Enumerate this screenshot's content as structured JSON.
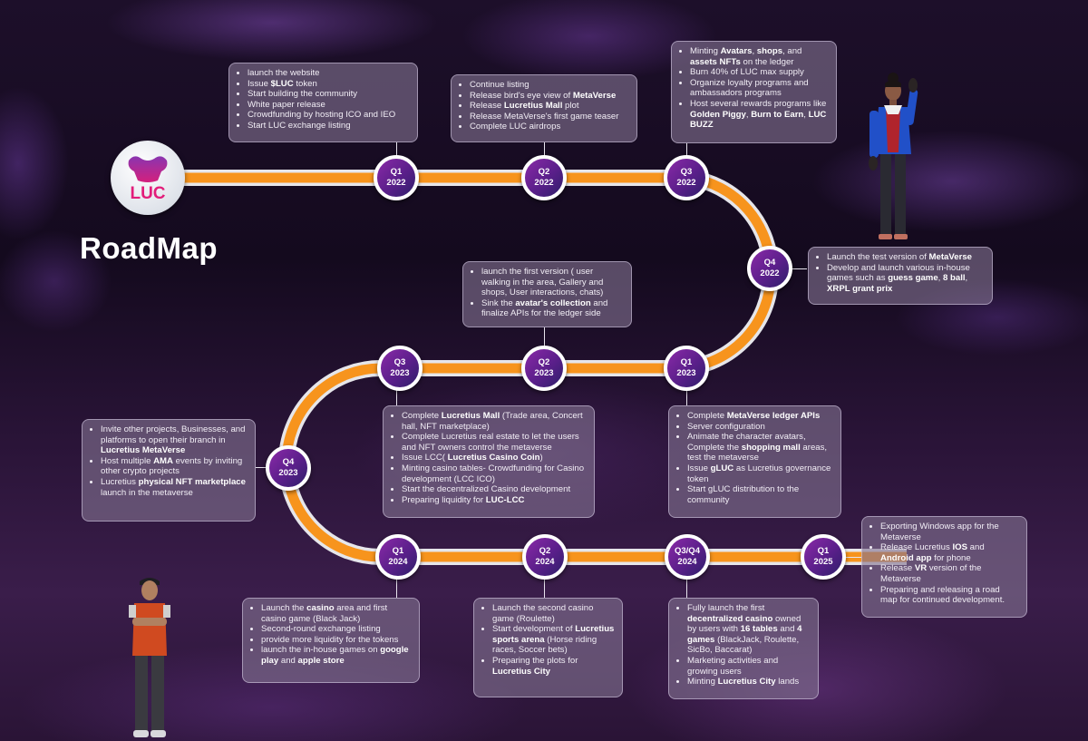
{
  "header": {
    "title": "RoadMap",
    "logo_text": "LUC"
  },
  "colors": {
    "path_orange": "#f7941d",
    "path_outline": "#e6e6ea",
    "node_gradient_start": "#8a2aa8",
    "node_gradient_end": "#2e1f6a",
    "logo_magenta": "#e21d7a",
    "logo_purple": "#7b2fa0",
    "background": "#1a0d26"
  },
  "milestones": [
    {
      "quarter": "Q1",
      "year": "2022",
      "items": [
        [
          {
            "t": "launch the website"
          }
        ],
        [
          {
            "t": "Issue "
          },
          {
            "t": "$LUC",
            "b": true
          },
          {
            "t": " token"
          }
        ],
        [
          {
            "t": "Start building the community"
          }
        ],
        [
          {
            "t": "White paper release"
          }
        ],
        [
          {
            "t": "Crowdfunding by hosting ICO and IEO"
          }
        ],
        [
          {
            "t": "Start LUC exchange listing"
          }
        ]
      ]
    },
    {
      "quarter": "Q2",
      "year": "2022",
      "items": [
        [
          {
            "t": "Continue listing"
          }
        ],
        [
          {
            "t": "Release bird's eye view of "
          },
          {
            "t": "MetaVerse",
            "b": true
          }
        ],
        [
          {
            "t": "Release "
          },
          {
            "t": "Lucretius Mall",
            "b": true
          },
          {
            "t": " plot"
          }
        ],
        [
          {
            "t": "Release MetaVerse's first game teaser"
          }
        ],
        [
          {
            "t": "Complete LUC airdrops"
          }
        ]
      ]
    },
    {
      "quarter": "Q3",
      "year": "2022",
      "items": [
        [
          {
            "t": "Minting "
          },
          {
            "t": "Avatars",
            "b": true
          },
          {
            "t": ", "
          },
          {
            "t": "shops",
            "b": true
          },
          {
            "t": ", and "
          },
          {
            "t": "assets NFTs",
            "b": true
          },
          {
            "t": " on the ledger"
          }
        ],
        [
          {
            "t": "Burn 40% of LUC max supply"
          }
        ],
        [
          {
            "t": "Organize loyalty programs and ambassadors programs"
          }
        ],
        [
          {
            "t": "Host several rewards programs like "
          },
          {
            "t": "Golden Piggy",
            "b": true
          },
          {
            "t": ", "
          },
          {
            "t": "Burn to Earn",
            "b": true
          },
          {
            "t": ", "
          },
          {
            "t": "LUC BUZZ",
            "b": true
          }
        ]
      ]
    },
    {
      "quarter": "Q4",
      "year": "2022",
      "items": [
        [
          {
            "t": "Launch the test version of "
          },
          {
            "t": "MetaVerse",
            "b": true
          }
        ],
        [
          {
            "t": "Develop and launch various in-house games such as "
          },
          {
            "t": "guess game",
            "b": true
          },
          {
            "t": ", "
          },
          {
            "t": "8 ball",
            "b": true
          },
          {
            "t": ", "
          },
          {
            "t": "XRPL grant prix",
            "b": true
          }
        ]
      ]
    },
    {
      "quarter": "Q1",
      "year": "2023",
      "items": [
        [
          {
            "t": "Complete "
          },
          {
            "t": "MetaVerse ledger APIs",
            "b": true
          }
        ],
        [
          {
            "t": "Server configuration"
          }
        ],
        [
          {
            "t": "Animate the character avatars, Complete the "
          },
          {
            "t": "shopping mall",
            "b": true
          },
          {
            "t": " areas, test the metaverse"
          }
        ],
        [
          {
            "t": "Issue "
          },
          {
            "t": "gLUC",
            "b": true
          },
          {
            "t": " as Lucretius governance token"
          }
        ],
        [
          {
            "t": "Start gLUC distribution to the community"
          }
        ]
      ]
    },
    {
      "quarter": "Q2",
      "year": "2023",
      "items": [
        [
          {
            "t": "launch the first version ( user walking in the area, Gallery and shops, User interactions, chats)"
          }
        ],
        [
          {
            "t": "Sink the "
          },
          {
            "t": "avatar's collection",
            "b": true
          },
          {
            "t": " and finalize APIs for the ledger side"
          }
        ]
      ]
    },
    {
      "quarter": "Q3",
      "year": "2023",
      "items": [
        [
          {
            "t": "Complete "
          },
          {
            "t": "Lucretius Mall",
            "b": true
          },
          {
            "t": " (Trade area, Concert hall, NFT marketplace)"
          }
        ],
        [
          {
            "t": "Complete Lucretius real estate to let the users and NFT owners control the metaverse"
          }
        ],
        [
          {
            "t": "Issue LCC( "
          },
          {
            "t": "Lucretius Casino Coin",
            "b": true
          },
          {
            "t": ")"
          }
        ],
        [
          {
            "t": "Minting casino tables- Crowdfunding for Casino development (LCC ICO)"
          }
        ],
        [
          {
            "t": "Start the decentralized Casino development"
          }
        ],
        [
          {
            "t": "Preparing liquidity for "
          },
          {
            "t": "LUC-LCC",
            "b": true
          }
        ]
      ]
    },
    {
      "quarter": "Q4",
      "year": "2023",
      "items": [
        [
          {
            "t": "Invite other projects, Businesses, and platforms to open their branch in "
          },
          {
            "t": "Lucretius MetaVerse",
            "b": true
          }
        ],
        [
          {
            "t": "Host multiple "
          },
          {
            "t": "AMA",
            "b": true
          },
          {
            "t": " events by inviting other crypto projects"
          }
        ],
        [
          {
            "t": "Lucretius "
          },
          {
            "t": "physical NFT marketplace",
            "b": true
          },
          {
            "t": " launch in the metaverse"
          }
        ]
      ]
    },
    {
      "quarter": "Q1",
      "year": "2024",
      "items": [
        [
          {
            "t": "Launch the "
          },
          {
            "t": "casino",
            "b": true
          },
          {
            "t": " area and first casino game (Black Jack)"
          }
        ],
        [
          {
            "t": "Second-round exchange listing"
          }
        ],
        [
          {
            "t": "provide more liquidity for the tokens"
          }
        ],
        [
          {
            "t": "launch the in-house games on "
          },
          {
            "t": "google play",
            "b": true
          },
          {
            "t": " and "
          },
          {
            "t": "apple store",
            "b": true
          }
        ]
      ]
    },
    {
      "quarter": "Q2",
      "year": "2024",
      "items": [
        [
          {
            "t": "Launch the second casino game (Roulette)"
          }
        ],
        [
          {
            "t": "Start development of "
          },
          {
            "t": "Lucretius sports arena",
            "b": true
          },
          {
            "t": " (Horse riding races, Soccer bets)"
          }
        ],
        [
          {
            "t": "Preparing the plots for "
          },
          {
            "t": "Lucretius City",
            "b": true
          }
        ]
      ]
    },
    {
      "quarter": "Q3/Q4",
      "year": "2024",
      "items": [
        [
          {
            "t": "Fully launch the first "
          },
          {
            "t": "decentralized casino",
            "b": true
          },
          {
            "t": " owned by users with "
          },
          {
            "t": "16 tables",
            "b": true
          },
          {
            "t": " and "
          },
          {
            "t": "4 games",
            "b": true
          },
          {
            "t": " (BlackJack, Roulette, SicBo, Baccarat)"
          }
        ],
        [
          {
            "t": "Marketing activities and growing users"
          }
        ],
        [
          {
            "t": "Minting "
          },
          {
            "t": "Lucretius City",
            "b": true
          },
          {
            "t": " lands"
          }
        ]
      ]
    },
    {
      "quarter": "Q1",
      "year": "2025",
      "items": [
        [
          {
            "t": "Exporting Windows app for the Metaverse"
          }
        ],
        [
          {
            "t": "Release Lucretius "
          },
          {
            "t": "IOS",
            "b": true
          },
          {
            "t": " and "
          },
          {
            "t": "Android app",
            "b": true
          },
          {
            "t": " for phone"
          }
        ],
        [
          {
            "t": "Release "
          },
          {
            "t": "VR",
            "b": true
          },
          {
            "t": " version of the Metaverse"
          }
        ],
        [
          {
            "t": "Preparing and releasing a road map for continued development."
          }
        ]
      ]
    }
  ],
  "characters": [
    {
      "name": "female-avatar-waving"
    },
    {
      "name": "male-avatar-arms-crossed"
    }
  ]
}
